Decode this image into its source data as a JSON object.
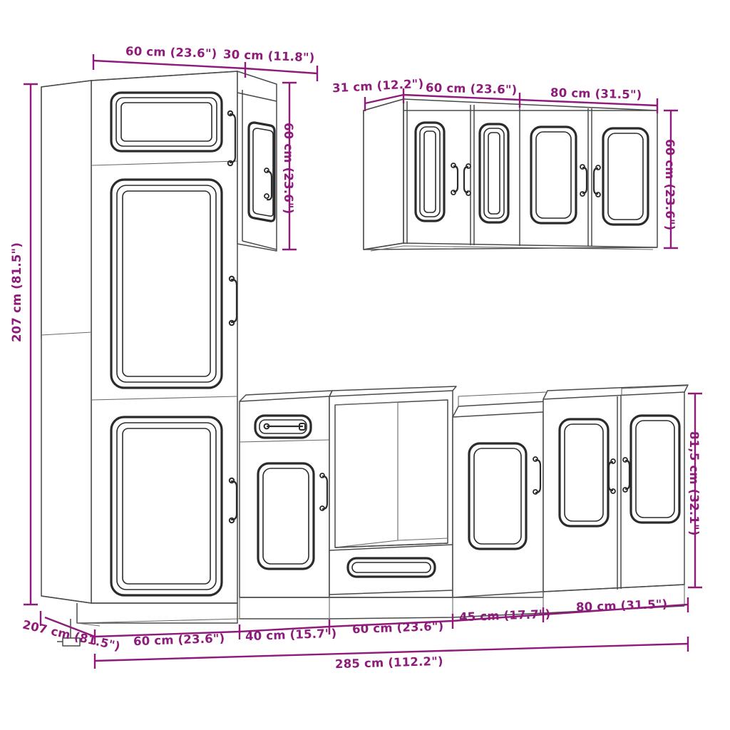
{
  "drawing": {
    "title": "Kitchen cabinet set technical dimension drawing",
    "colors": {
      "dimension": "#8e1a7a",
      "outline": "#3a3a3a",
      "panel": "#2b2b2b",
      "background": "#ffffff"
    }
  },
  "dimensions": {
    "tall_unit_top_width": "60 cm (23.6\")",
    "tall_unit_side_top_width": "30 cm (11.8\")",
    "tall_unit_total_height": "207 cm (81.5\")",
    "tall_unit_upper_box_height": "60 cm (23.6\")",
    "wall_unit_depth": "31 cm (12.2\")",
    "wall_unit_left_width": "60 cm (23.6\")",
    "wall_unit_right_width": "80 cm (31.5\")",
    "wall_unit_height": "60 cm (23.6\")",
    "base_unit_height": "81,5 cm (32.1\")",
    "depth_diagonal": "207 cm (81.5\")",
    "base_width_1": "60 cm (23.6\")",
    "base_width_2": "40 cm (15.7\")",
    "base_width_3": "60 cm (23.6\")",
    "base_width_4": "45 cm (17.7\")",
    "base_width_5": "80 cm (31.5\")",
    "overall_width": "285 cm (112.2\")"
  }
}
